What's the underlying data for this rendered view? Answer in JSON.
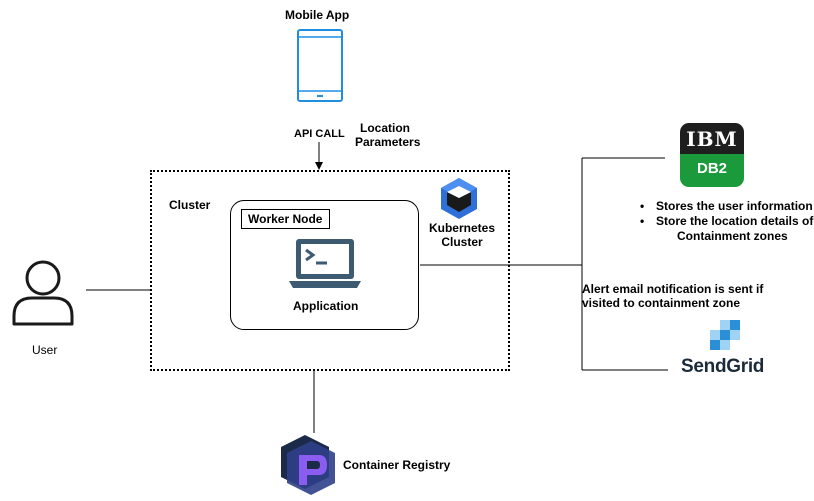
{
  "mobile_app": {
    "label": "Mobile App"
  },
  "api_call": {
    "label": "API CALL"
  },
  "location_parameters": {
    "label_line1": "Location",
    "label_line2": "Parameters"
  },
  "cluster": {
    "label": "Cluster"
  },
  "worker_node": {
    "label": "Worker Node"
  },
  "application": {
    "label": "Application"
  },
  "kubernetes": {
    "label_line1": "Kubernetes",
    "label_line2": "Cluster"
  },
  "user": {
    "label": "User"
  },
  "db2": {
    "logo_top": "IBM",
    "logo_bottom": "DB2",
    "notes": [
      "Stores the user information",
      "Store the location details of"
    ],
    "notes_continuation": "Containment zones"
  },
  "alert": {
    "line1": "Alert email notification is sent if",
    "line2": "visited to containment zone"
  },
  "sendgrid": {
    "logo_text": "SendGrid"
  },
  "container_registry": {
    "label": "Container Registry"
  },
  "colors": {
    "mobile_blue": "#1f8ee0",
    "laptop_gray": "#3d5a73",
    "db2_green": "#1a9a3a",
    "sendgrid_blue": "#2a8fd6",
    "kubernetes_blue": "#2f6fd8",
    "registry_purple": "#8a5cf0"
  }
}
